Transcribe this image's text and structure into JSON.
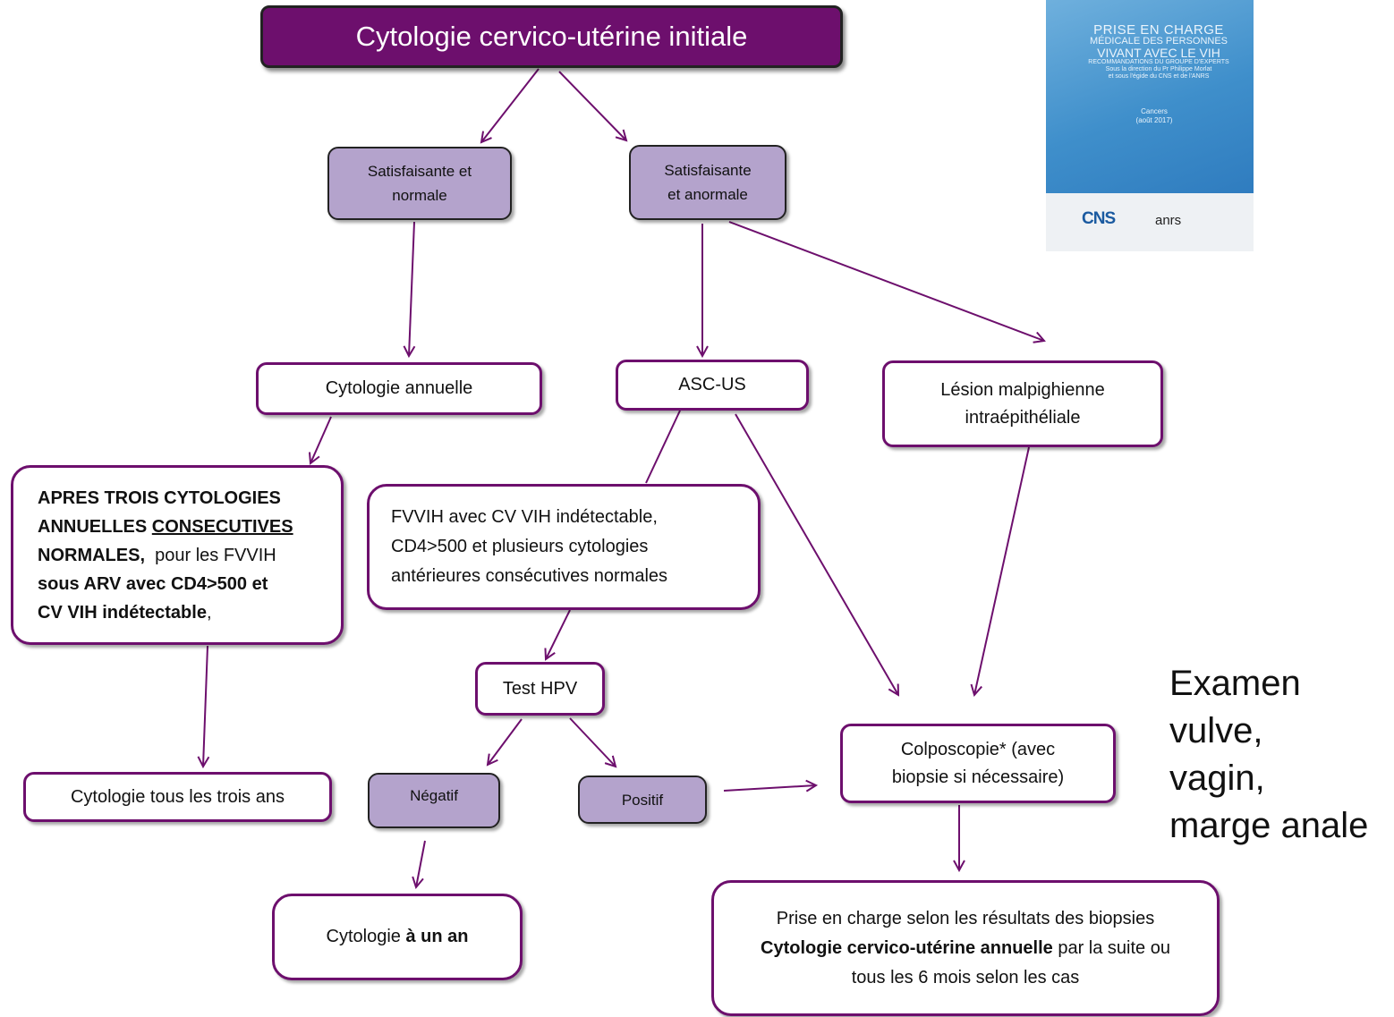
{
  "title": "Cytologie cervico-utérine initiale",
  "nodes": {
    "satisfaisante_normale": {
      "line1": "Satisfaisante et",
      "line2": "normale"
    },
    "satisfaisante_anormale": {
      "line1": "Satisfaisante",
      "line2": "et anormale"
    },
    "cytologie_annuelle": "Cytologie annuelle",
    "asc_us": "ASC-US",
    "lesion": {
      "line1": "Lésion malpighienne",
      "line2": "intraépithéliale"
    },
    "apres_trois": {
      "p1": "APRES TROIS CYTOLOGIES",
      "p2a": "ANNUELLES ",
      "p2b": "CONSECUTIVES",
      "p3a": "NORMALES,",
      "p3b": "  pour les FVVIH",
      "p4": "sous ARV avec CD4>500 et",
      "p5a": "CV VIH indétectable",
      "p5b": ","
    },
    "fvvih": {
      "line1": "FVVIH avec CV VIH indétectable,",
      "line2": "CD4>500 et plusieurs cytologies",
      "line3": "antérieures consécutives normales"
    },
    "test_hpv": "Test HPV",
    "cytologie_trois_ans": "Cytologie tous les trois ans",
    "negatif": "Négatif",
    "positif": "Positif",
    "colposcopie": {
      "line1": "Colposcopie* (avec",
      "line2": "biopsie si nécessaire)"
    },
    "cytologie_un_an": {
      "a": "Cytologie ",
      "b": "à un an"
    },
    "prise_en_charge": {
      "line1": "Prise en charge selon les résultats des biopsies",
      "line2a": "Cytologie cervico-utérine annuelle",
      "line2b": " par la suite ou",
      "line3": "tous les 6 mois selon les cas"
    }
  },
  "side_note": [
    "Examen",
    "vulve,",
    "vagin,",
    "marge anale"
  ],
  "cover": {
    "line1": "PRISE EN CHARGE",
    "line2": "MÉDICALE DES PERSONNES",
    "line3": "VIVANT AVEC LE VIH",
    "line4": "RECOMMANDATIONS DU GROUPE D'EXPERTS",
    "line5": "Sous la direction du Pr Philippe Morlat",
    "line6": "et sous l'égide du CNS et de l'ANRS",
    "subtitle1": "Cancers",
    "subtitle2": "(août 2017)",
    "logo_left": "CNS",
    "logo_right": "anrs"
  },
  "colors": {
    "title_bg": "#6d0f6d",
    "border": "#6d0f6d",
    "fill": "#b4a3cc",
    "arrow": "#6d0f6d"
  }
}
